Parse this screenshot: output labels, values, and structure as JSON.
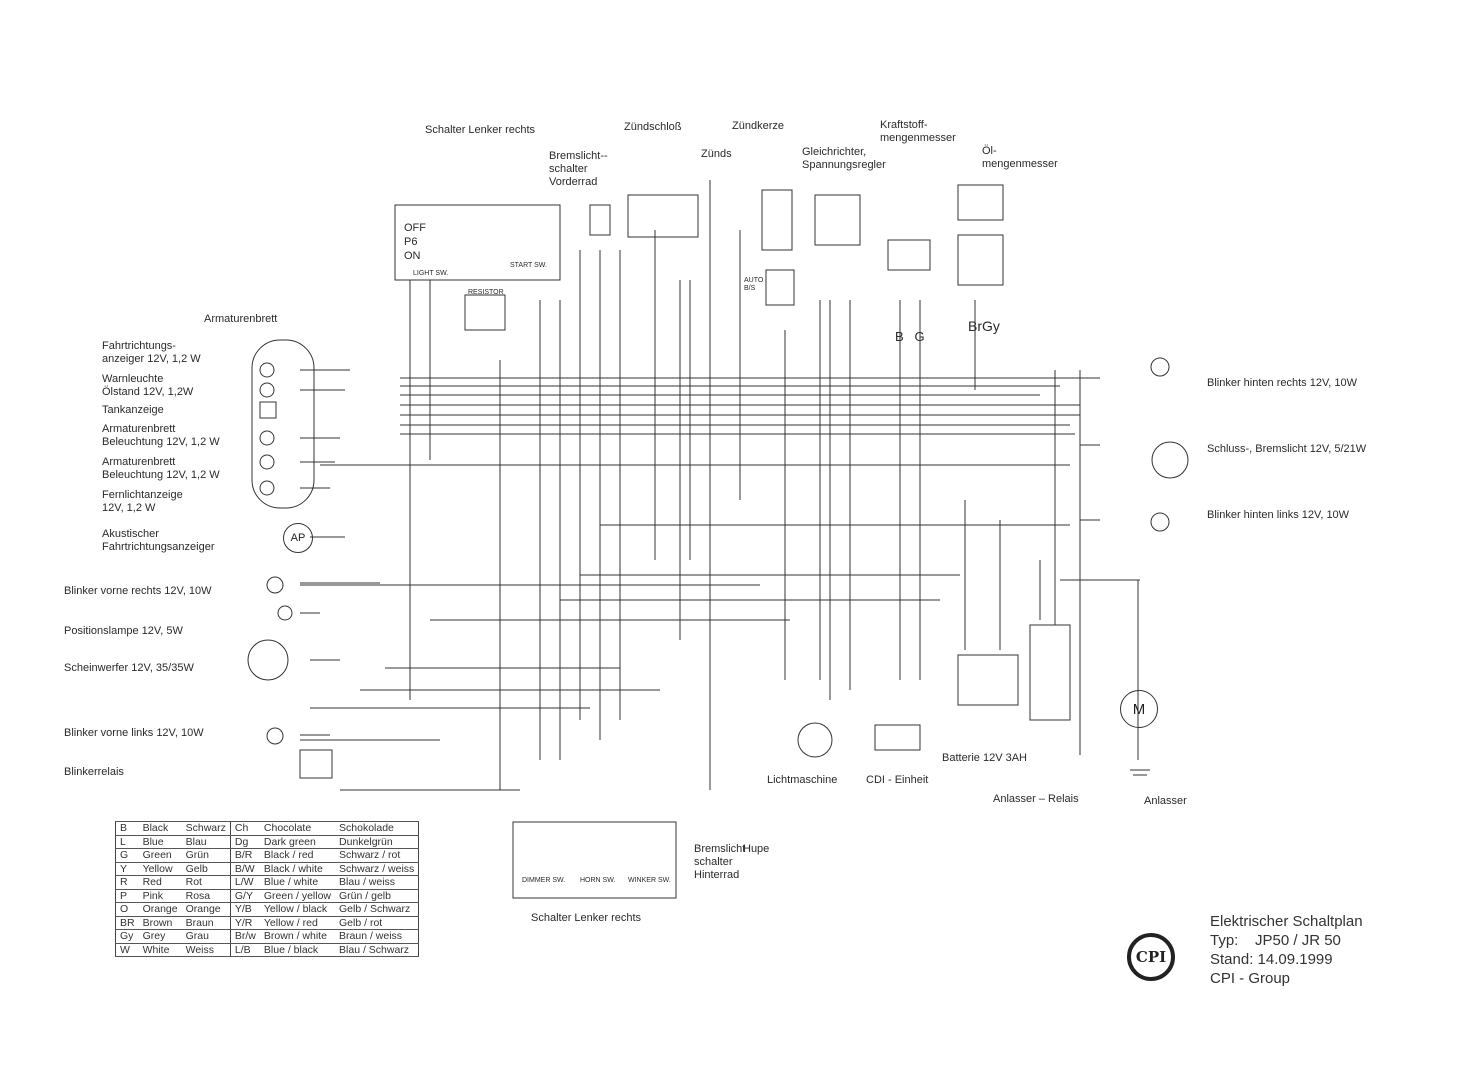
{
  "top_labels": {
    "switch_right": "Schalter Lenker rechts",
    "brake_front": "Bremslicht--\nschalter\nVorderrad",
    "ignition_lock": "Zündschloß",
    "spark_plug": "Zündkerze",
    "ignition_coil": "Zünds",
    "rectifier": "Gleichrichter,\nSpannungsregler",
    "fuel_gauge": "Kraftstoff-\nmengenmesser",
    "oil_gauge": "Öl-\nmengenmesser"
  },
  "left_labels": {
    "dashboard": "Armaturenbrett",
    "turn_indicator": "Fahrtrichtungs-\nanzeiger 12V, 1,2 W",
    "oil_warning": "Warnleuchte\nÖlstand 12V, 1,2W",
    "tank_gauge": "Tankanzeige",
    "dash_light_1": "Armaturenbrett\nBeleuchtung 12V, 1,2 W",
    "dash_light_2": "Armaturenbrett\nBeleuchtung 12V, 1,2 W",
    "high_beam": "Fernlichtanzeige\n12V, 1,2 W",
    "acoustic": "Akustischer\nFahrtrichtungsanzeiger",
    "front_right": "Blinker vorne rechts 12V, 10W",
    "position": "Positionslampe 12V, 5W",
    "headlight": "Scheinwerfer 12V,  35/35W",
    "front_left": "Blinker vorne links 12V, 10W",
    "relay": "Blinkerrelais"
  },
  "right_labels": {
    "rear_right": "Blinker hinten rechts 12V, 10W",
    "tail": "Schluss-, Bremslicht 12V, 5/21W",
    "rear_left": "Blinker hinten links 12V, 10W"
  },
  "bottom_labels": {
    "alternator": "Lichtmaschine",
    "cdi": "CDI - Einheit",
    "battery": "Batterie 12V 3AH",
    "starter_relay": "Anlasser – Relais",
    "starter": "Anlasser",
    "brake_rear": "Bremslicht\nschalter\nHinterrad",
    "horn": "Hupe",
    "switch_left": "Schalter Lenker rechts"
  },
  "component_marks": {
    "ap": "AP",
    "motor": "M",
    "bg": "B   G",
    "brgy": "BrGy",
    "auto": "AUTO\nB/S",
    "light_sw": "LIGHT SW.",
    "start_sw": "START SW.",
    "resistor": "RESISTOR",
    "dimmer_sw": "DIMMER SW.",
    "horn_sw": "HORN SW.",
    "winker_sw": "WINKER SW.",
    "off": "OFF",
    "po": "P6",
    "on": "ON"
  },
  "legend": [
    [
      "B",
      "Black",
      "Schwarz",
      "Ch",
      "Chocolate",
      "Schokolade"
    ],
    [
      "L",
      "Blue",
      "Blau",
      "Dg",
      "Dark green",
      "Dunkelgrün"
    ],
    [
      "G",
      "Green",
      "Grün",
      "B/R",
      "Black / red",
      "Schwarz / rot"
    ],
    [
      "Y",
      "Yellow",
      "Gelb",
      "B/W",
      "Black / white",
      "Schwarz / weiss"
    ],
    [
      "R",
      "Red",
      "Rot",
      "L/W",
      "Blue / white",
      "Blau / weiss"
    ],
    [
      "P",
      "Pink",
      "Rosa",
      "G/Y",
      "Green / yellow",
      "Grün / gelb"
    ],
    [
      "O",
      "Orange",
      "Orange",
      "Y/B",
      "Yellow / black",
      "Gelb / Schwarz"
    ],
    [
      "BR",
      "Brown",
      "Braun",
      "Y/R",
      "Yellow / red",
      "Gelb / rot"
    ],
    [
      "Gy",
      "Grey",
      "Grau",
      "Br/w",
      "Brown / white",
      "Braun / weiss"
    ],
    [
      "W",
      "White",
      "Weiss",
      "L/B",
      "Blue / black",
      "Blau / Schwarz"
    ]
  ],
  "title_block": {
    "line1": "Elektrischer Schaltplan",
    "line2": "Typ:    JP50 / JR 50",
    "line3": "Stand: 14.09.1999",
    "line4": "CPI - Group",
    "logo": "CPI"
  }
}
